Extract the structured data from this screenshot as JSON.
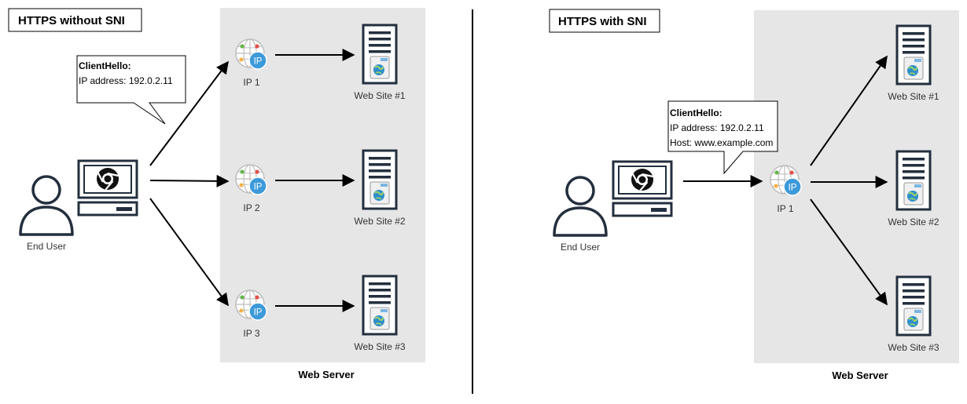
{
  "colors": {
    "server_area": "#e6e6e6",
    "ip_blue": "#3d9ad9",
    "globe_grid": "#bdbdbd",
    "server_body": "#232f3e",
    "site_globe": "#2f8fc9"
  },
  "left": {
    "title": "HTTPS without SNI",
    "end_user_label": "End User",
    "callout": {
      "heading": "ClientHello:",
      "lines": [
        "IP address: 192.0.2.11"
      ]
    },
    "ips": [
      "IP 1",
      "IP 2",
      "IP 3"
    ],
    "sites": [
      "Web Site #1",
      "Web Site #2",
      "Web Site #3"
    ],
    "server_label": "Web Server"
  },
  "right": {
    "title": "HTTPS with SNI",
    "end_user_label": "End User",
    "callout": {
      "heading": "ClientHello:",
      "lines": [
        "IP address: 192.0.2.11",
        "Host: www.example.com"
      ]
    },
    "ip": "IP 1",
    "sites": [
      "Web Site #1",
      "Web Site #2",
      "Web Site #3"
    ],
    "server_label": "Web Server"
  },
  "icons": {
    "user": "user-icon",
    "computer": "computer-icon",
    "browser": "chrome-icon",
    "ip": "ip-address-icon",
    "server": "server-icon"
  },
  "ip_badge_text": "IP"
}
